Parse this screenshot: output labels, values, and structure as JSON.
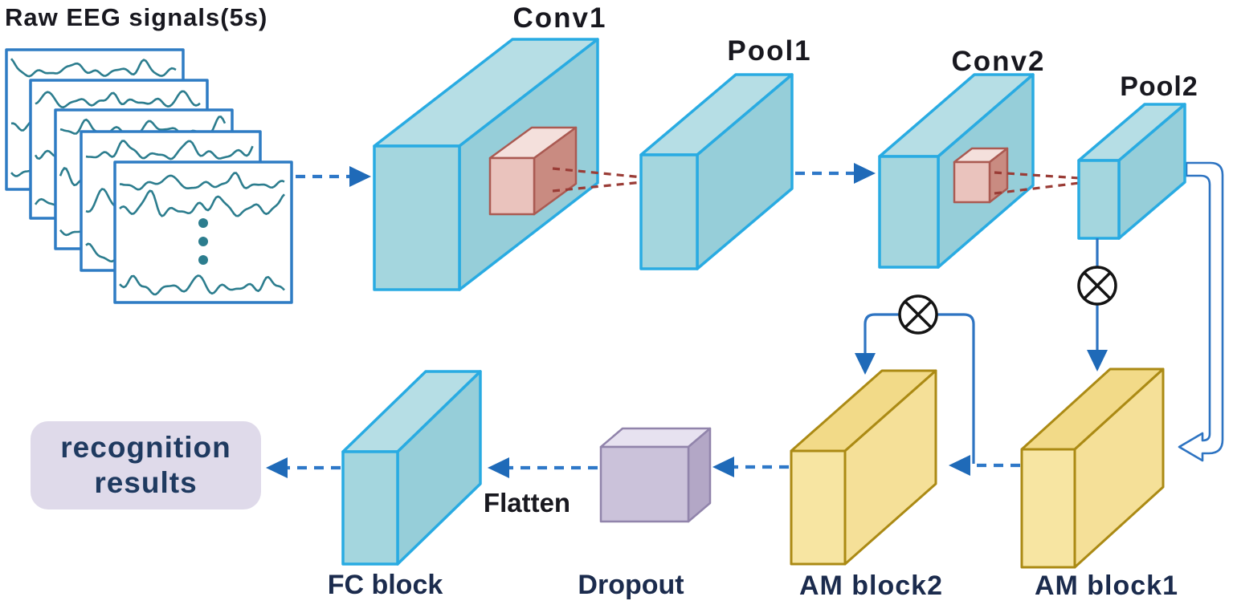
{
  "diagram": {
    "input_label": "Raw EEG signals(5s)",
    "layer_labels": {
      "conv1": "Conv1",
      "pool1": "Pool1",
      "conv2": "Conv2",
      "pool2": "Pool2",
      "am_block1": "AM block1",
      "am_block2": "AM block2",
      "dropout": "Dropout",
      "flatten": "Flatten",
      "fc_block": "FC block"
    },
    "output_box": {
      "line1": "recognition",
      "line2": "results"
    },
    "icons": {
      "multiply": "⊗"
    },
    "colors": {
      "cyan_edge": "#29abe2",
      "cyan_front": "#a4d6de",
      "cyan_top": "#b6dee5",
      "cyan_side": "#96ced9",
      "kernel_edge": "#aa5a52",
      "kernel_front": "#eac3bd",
      "kernel_top": "#f4e0dc",
      "kernel_side": "#c98b81",
      "yellow_edge": "#ab8a14",
      "yellow_front": "#f7e5a2",
      "yellow_top": "#f2da88",
      "yellow_side": "#f5e098",
      "purple_edge": "#9184ab",
      "purple_front": "#cbc2da",
      "purple_top": "#e7e2f0",
      "purple_side": "#b3a7c6",
      "panel_border": "#2e7cc4",
      "signal_teal": "#2c7d8e",
      "arrow_blue": "#2e78c8",
      "arrow_head": "#1f6ab8",
      "line_blue": "#2e74c2",
      "red_dash": "#9a3c36",
      "multiply_stroke": "#141414",
      "results_bg": "#dfdaea",
      "results_text": "#1f3a60",
      "label_dark": "#18181f",
      "label_navy": "#1b2b4d"
    }
  }
}
